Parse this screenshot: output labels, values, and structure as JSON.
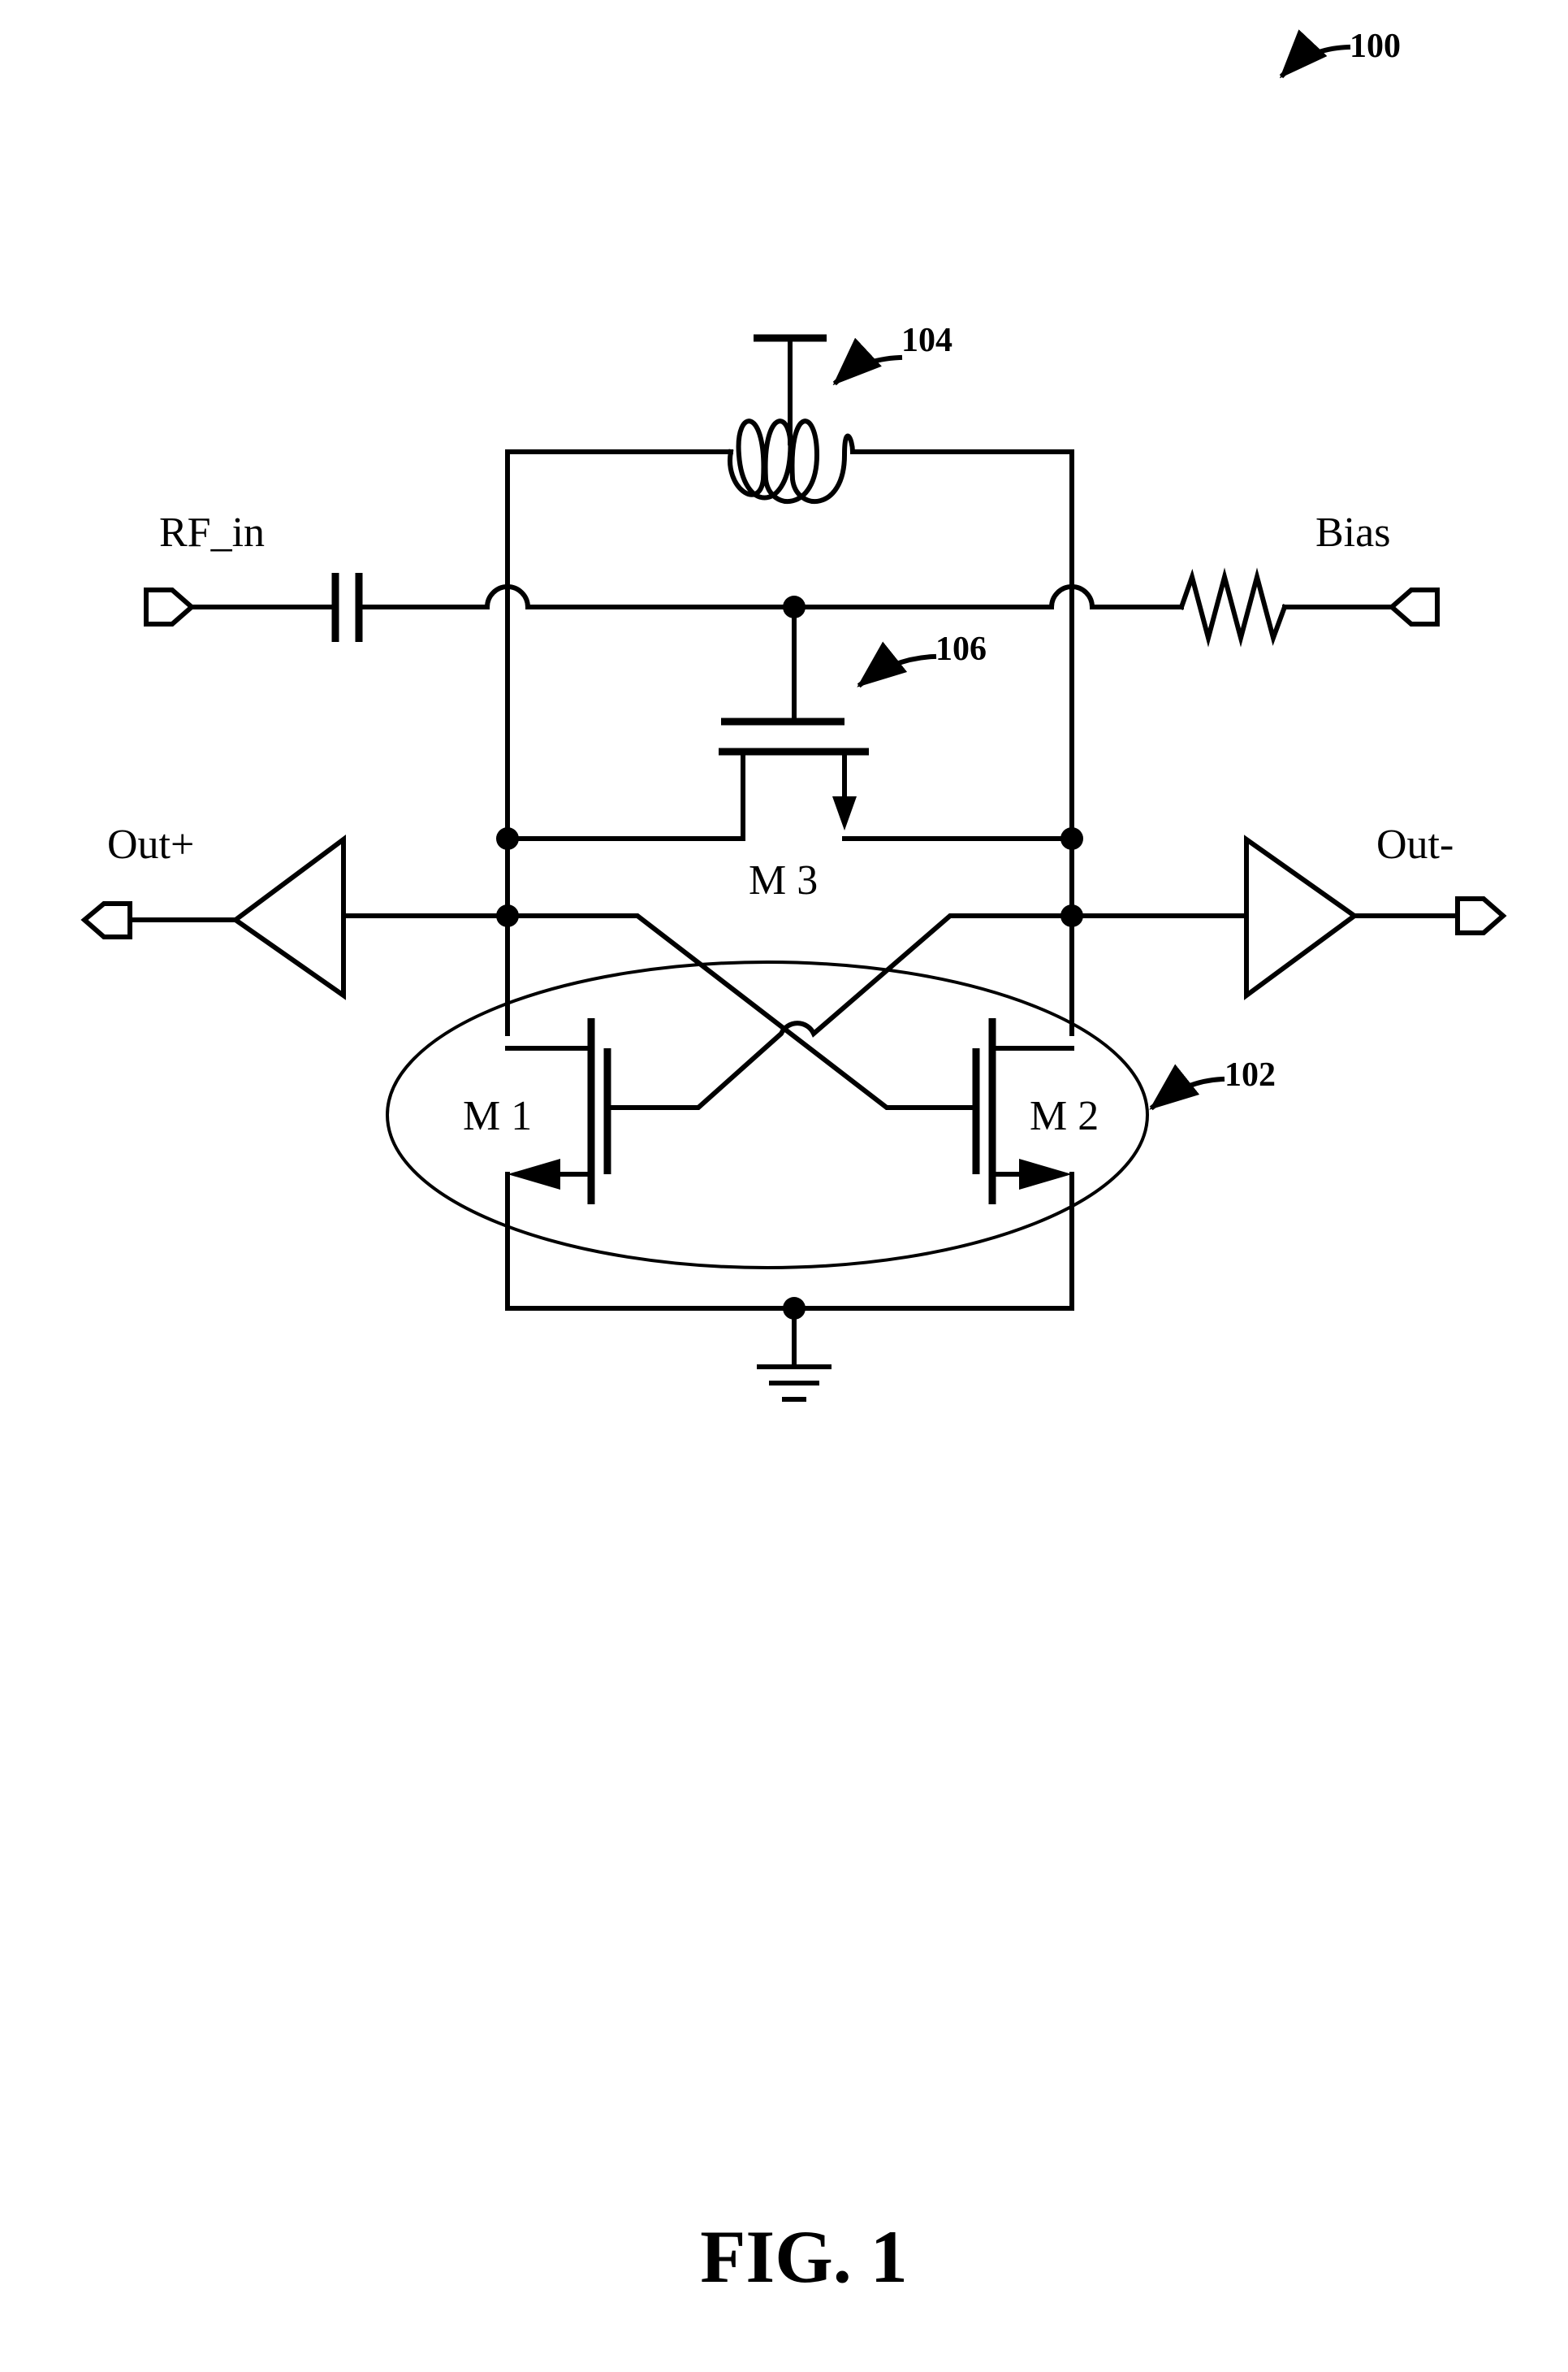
{
  "refs": {
    "r100": "100",
    "r104": "104",
    "r106": "106",
    "r102": "102"
  },
  "terminals": {
    "rf_in": "RF_in",
    "bias": "Bias",
    "out_plus": "Out+",
    "out_minus": "Out-"
  },
  "transistors": {
    "m1": "M 1",
    "m2": "M 2",
    "m3": "M 3"
  },
  "caption": "FIG. 1"
}
